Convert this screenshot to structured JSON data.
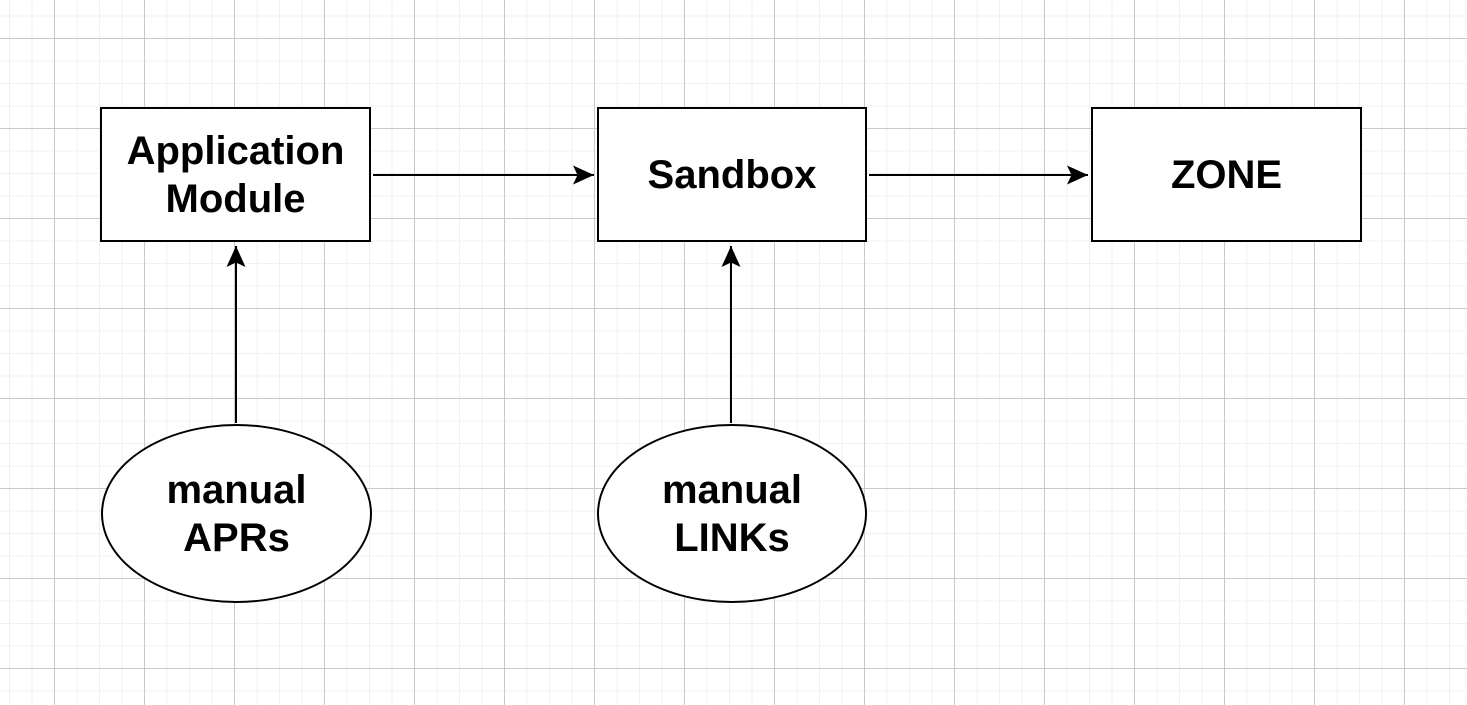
{
  "style": {
    "canvas-bg": "#ffffff",
    "grid-minor": "#f0f0f0",
    "grid-major": "#c9c9c9",
    "node-fill": "#ffffff",
    "node-stroke": "#000000",
    "text-color": "#000000"
  },
  "diagram": {
    "nodes": [
      {
        "id": "application-module",
        "shape": "rectangle",
        "label": "Application\nModule"
      },
      {
        "id": "sandbox",
        "shape": "rectangle",
        "label": "Sandbox"
      },
      {
        "id": "zone",
        "shape": "rectangle",
        "label": "ZONE"
      },
      {
        "id": "manual-aprs",
        "shape": "ellipse",
        "label": "manual\nAPRs"
      },
      {
        "id": "manual-links",
        "shape": "ellipse",
        "label": "manual\nLINKs"
      }
    ],
    "edges": [
      {
        "from": "application-module",
        "to": "sandbox",
        "direction": "right"
      },
      {
        "from": "sandbox",
        "to": "zone",
        "direction": "right"
      },
      {
        "from": "manual-aprs",
        "to": "application-module",
        "direction": "up"
      },
      {
        "from": "manual-links",
        "to": "sandbox",
        "direction": "up"
      }
    ]
  }
}
